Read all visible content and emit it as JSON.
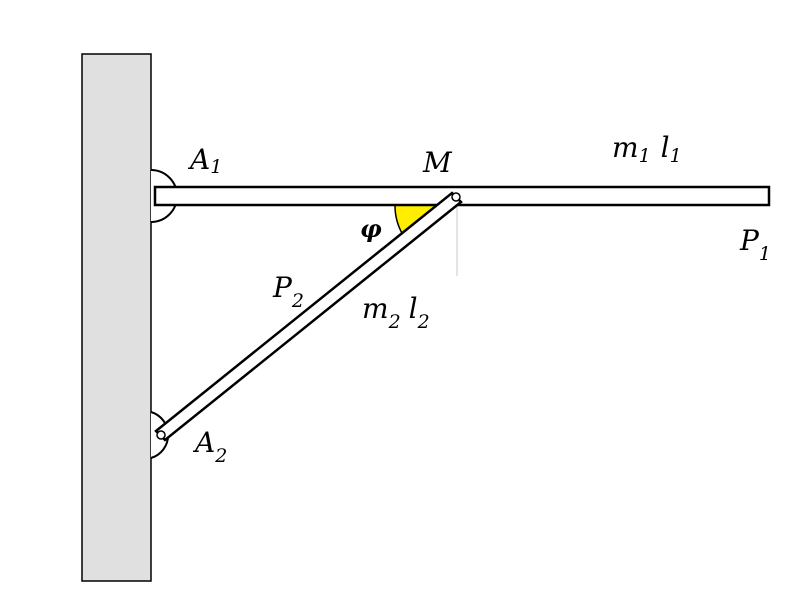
{
  "labels": {
    "A1": {
      "base": "A",
      "sub": "1"
    },
    "A2": {
      "base": "A",
      "sub": "2"
    },
    "M": {
      "base": "M"
    },
    "P1": {
      "base": "P",
      "sub": "1"
    },
    "P2": {
      "base": "P",
      "sub": "2"
    },
    "m1": {
      "base": "m",
      "sub": "1"
    },
    "l1": {
      "base": "l",
      "sub": "1"
    },
    "m2": {
      "base": "m",
      "sub": "2"
    },
    "l2": {
      "base": "l",
      "sub": "2"
    },
    "phi": "φ"
  },
  "colors": {
    "wall_fill": "#e0e0e0",
    "stroke": "#000000",
    "angle_fill": "#ffee00"
  }
}
